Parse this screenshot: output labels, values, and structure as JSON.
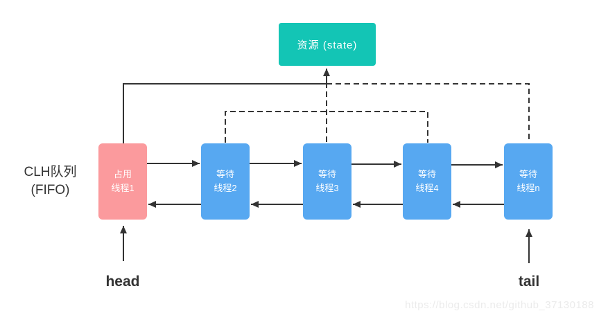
{
  "diagram": {
    "resource_label": "资源 (state)",
    "queue_label_line1": "CLH队列",
    "queue_label_line2": "(FIFO)",
    "head_label": "head",
    "tail_label": "tail",
    "watermark": "https://blog.csdn.net/github_37130188",
    "nodes": [
      {
        "label": "占用\n线程1",
        "type": "occupied"
      },
      {
        "label": "等待\n线程2",
        "type": "waiting"
      },
      {
        "label": "等待\n线程3",
        "type": "waiting"
      },
      {
        "label": "等待\n线程4",
        "type": "waiting"
      },
      {
        "label": "等待\n线程n",
        "type": "waiting"
      }
    ]
  },
  "colors": {
    "resource-teal": "#13c5b5",
    "occupied-pink": "#fb9a9d",
    "waiting-blue": "#57a8f1",
    "line-dark": "#333333"
  }
}
